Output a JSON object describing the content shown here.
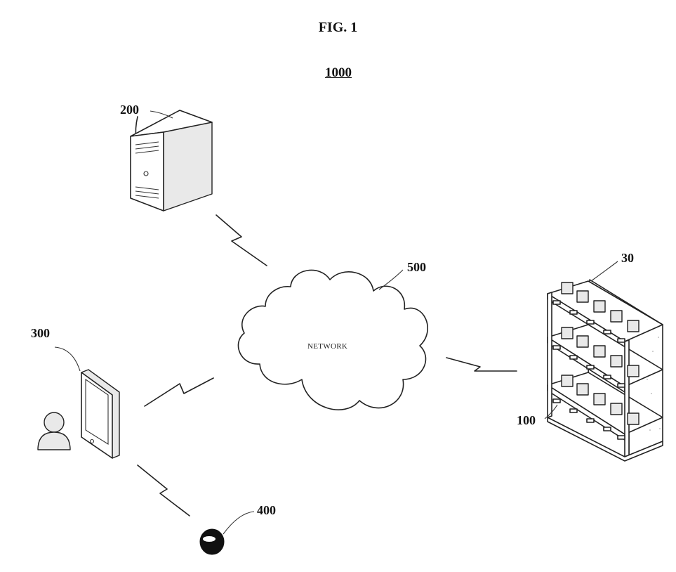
{
  "figure": {
    "title": "FIG. 1",
    "system_label": "1000"
  },
  "labels": {
    "server": "200",
    "network": "500",
    "network_text": "NETWORK",
    "user_terminal": "300",
    "rack": "30",
    "product": "100",
    "sensor": "400"
  },
  "colors": {
    "line": "#222222",
    "background": "#ffffff"
  },
  "icons": [
    "server-icon",
    "cloud-icon",
    "tablet-icon",
    "user-icon",
    "shelf-rack-icon",
    "ball-sensor-icon",
    "lightning-link-icon"
  ]
}
